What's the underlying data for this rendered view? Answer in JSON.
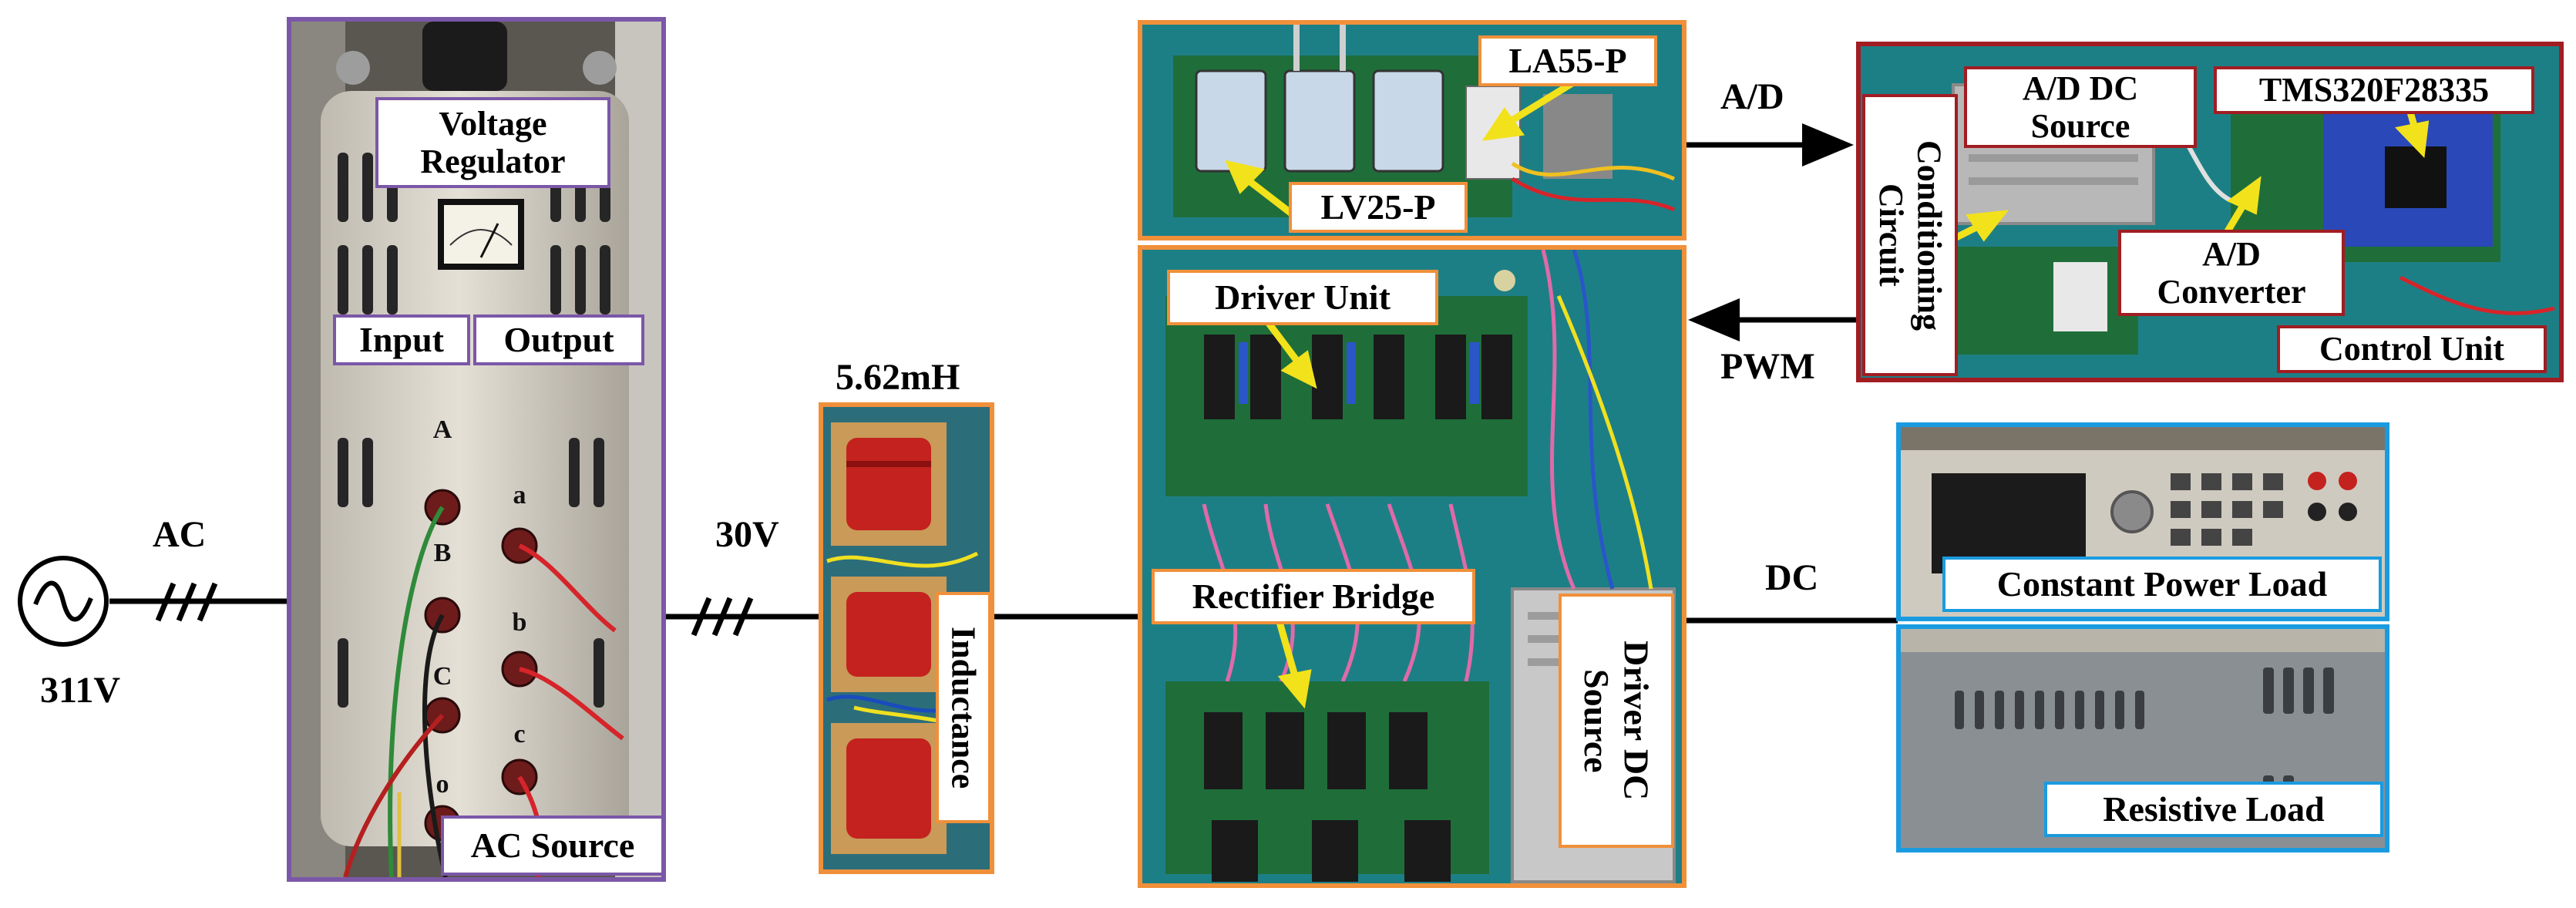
{
  "source": {
    "voltage": "311V"
  },
  "wires": {
    "ac_label": "AC",
    "mid_voltage": "30V",
    "dc_label": "DC",
    "ad_label": "A/D",
    "pwm_label": "PWM"
  },
  "ac_source": {
    "title": "Voltage Regulator",
    "input": "Input",
    "output": "Output",
    "footer": "AC Source",
    "terminals_left": [
      "A",
      "B",
      "C",
      "o"
    ],
    "terminals_right": [
      "a",
      "b",
      "c"
    ]
  },
  "inductor": {
    "value": "5.62mH",
    "label": "Inductance"
  },
  "sensors": {
    "la55": "LA55-P",
    "lv25": "LV25-P"
  },
  "power": {
    "driver_unit": "Driver Unit",
    "rectifier": "Rectifier Bridge",
    "driver_dc_source": "Driver DC Source"
  },
  "control": {
    "ad_dc_source": "A/D DC Source",
    "tms": "TMS320F28335",
    "conditioning": "Conditioning Circuit",
    "ad_converter": "A/D Converter",
    "control_unit": "Control Unit"
  },
  "loads": {
    "constant_power": "Constant Power Load",
    "resistive": "Resistive Load"
  },
  "colors": {
    "purple_frame": "#7b57a8",
    "orange_frame": "#f0903a",
    "red_frame": "#a11d22",
    "blue_frame": "#1a9be0",
    "pcb_green": "#1f6e3a",
    "teal_bench": "#1d7f86",
    "coil_red": "#c4221f",
    "arrow_yellow": "#f2e21b"
  }
}
